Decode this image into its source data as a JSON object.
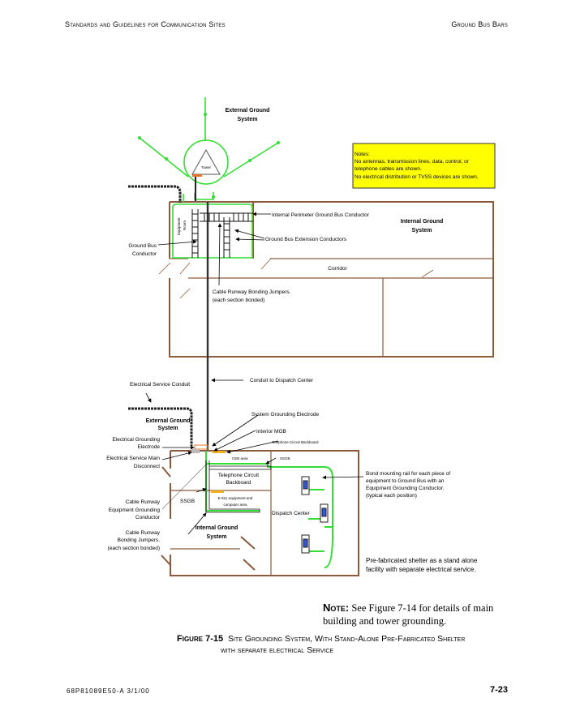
{
  "header": {
    "left": "Standards and Guidelines for Communication Sites",
    "right": "Ground Bus Bars"
  },
  "diagram": {
    "external_ground_top": [
      "External Ground",
      "System"
    ],
    "tower": "Tower",
    "notes": [
      "Notes:",
      "No antennas, transmission lines, data, control, or",
      "telephone cables are shown.",
      "No electrical distribution or TVSS devices are shown."
    ],
    "equipment_room": [
      "Equipment",
      "Room"
    ],
    "internal_perimeter": "Internal Perimeter Ground Bus Conductor",
    "internal_ground_top": [
      "Internal Ground",
      "System"
    ],
    "ground_bus_extension": "Ground Bus Extension Conductors",
    "ground_bus_conductor": [
      "Ground Bus",
      "Conductor"
    ],
    "corridor": "Corridor",
    "runway_jumpers_top": [
      "Cable Runway Bonding Jumpers.",
      "(each section bonded)"
    ],
    "electrical_service_conduit": "Electrical Service Conduit",
    "conduit_dispatch": "Conduit to Dispatch Center",
    "system_grounding_electrode": "System Grounding Electrode",
    "external_ground_bottom": [
      "External Ground",
      "System"
    ],
    "interior_mgb": "Interior MGB",
    "electrical_grounding_electrode": [
      "Electrical Grounding",
      "Electrode"
    ],
    "telephone_backboard_small": "Telephone Circuit Backboard",
    "service_disconnect": [
      "Electrical Service Main",
      "Disconnect"
    ],
    "ceb_area": "CEB area",
    "ssgb_1": "SSGB",
    "telephone_backboard": [
      "Telephone Circuit",
      "Backboard"
    ],
    "bond_rail": [
      "Bond mounting rail for each piece of",
      "equipment to Ground Bus with an",
      "Equipment Grounding Conductor.",
      "(typical each position)"
    ],
    "runway_egc": [
      "Cable Runway",
      "Equipment Grounding",
      "Conductor"
    ],
    "ssgb_2": "SSGB",
    "e911": [
      "E-911 equipment and",
      "computer area"
    ],
    "dispatch_center": "Dispatch Center",
    "internal_ground_bottom": [
      "Internal Ground",
      "System"
    ],
    "runway_jumpers_bottom": [
      "Cable Runway",
      "Bonding Jumpers.",
      "(each section bonded)"
    ],
    "prefab": [
      "Pre-fabricated shelter as a stand alone",
      "facility with separate electrical service."
    ]
  },
  "note": {
    "label": "Note:",
    "text": "See Figure 7-14 for details of main building and tower grounding."
  },
  "caption": {
    "number": "Figure 7-15",
    "line1": "Site Grounding System, With Stand-Alone Pre-Fabricated Shelter",
    "line2": "with separate electrical Service"
  },
  "footer": {
    "left": "68P81089E50-A   3/1/00",
    "right": "7-23"
  },
  "colors": {
    "green": "#33dd33",
    "brown": "#8b5a3c",
    "yellow": "#ffff00"
  }
}
